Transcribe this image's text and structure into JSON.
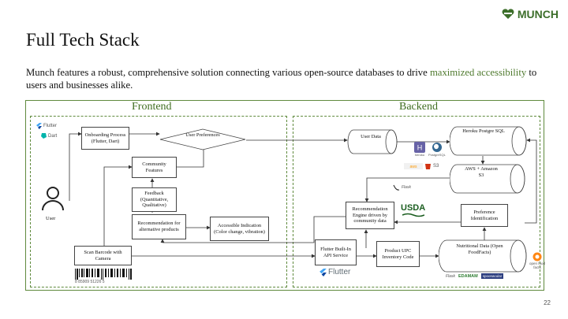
{
  "brand": {
    "name": "MUNCH",
    "logo_icon": "heart-icon",
    "color": "#3c6e2a"
  },
  "title": "Full Tech Stack",
  "subtitle": {
    "before": "Munch features a robust, comprehensive solution connecting various open-source databases to drive ",
    "highlight": "maximized accessibility",
    "after": " to users and businesses alike."
  },
  "sections": {
    "frontend": "Frontend",
    "backend": "Backend"
  },
  "nodes": {
    "user": "User",
    "onboarding": "Onboarding Process (Flutter, Dart)",
    "preferences": "User Preferences",
    "community": "Community Features",
    "feedback": "Feedback (Quantitative, Qualitative)",
    "recommendation": "Recommendation for alternative products",
    "accessible": "Accessible Indication (Color change, vibration)",
    "scan": "Scan Barcode with Camera",
    "user_data": "User Data",
    "heroku": "Heroku Postgre SQL",
    "aws": "AWS + Amazon S3",
    "engine": "Recommendation Engine driven by community data",
    "pref_id": "Preference Identification",
    "flutter_api": "Flutter Built-In API Service",
    "upc": "Product UPC Inventory Code",
    "nutrition": "Nutritional Data (Open FoodFacts)"
  },
  "logos": {
    "flutter": "Flutter",
    "dart": "Dart",
    "heroku": "heroku",
    "postgres": "PostgreSQL",
    "s3": "S3",
    "flask": "Flask",
    "usda": "USDA",
    "openfoodfacts": "open food facts",
    "edamam": "EDAMAM",
    "spoonacular": "spoonacular",
    "barcode": "8 85909 51226 5"
  },
  "page_number": "22",
  "colors": {
    "accent": "#5f8a3d",
    "section_text": "#3f6d20"
  }
}
